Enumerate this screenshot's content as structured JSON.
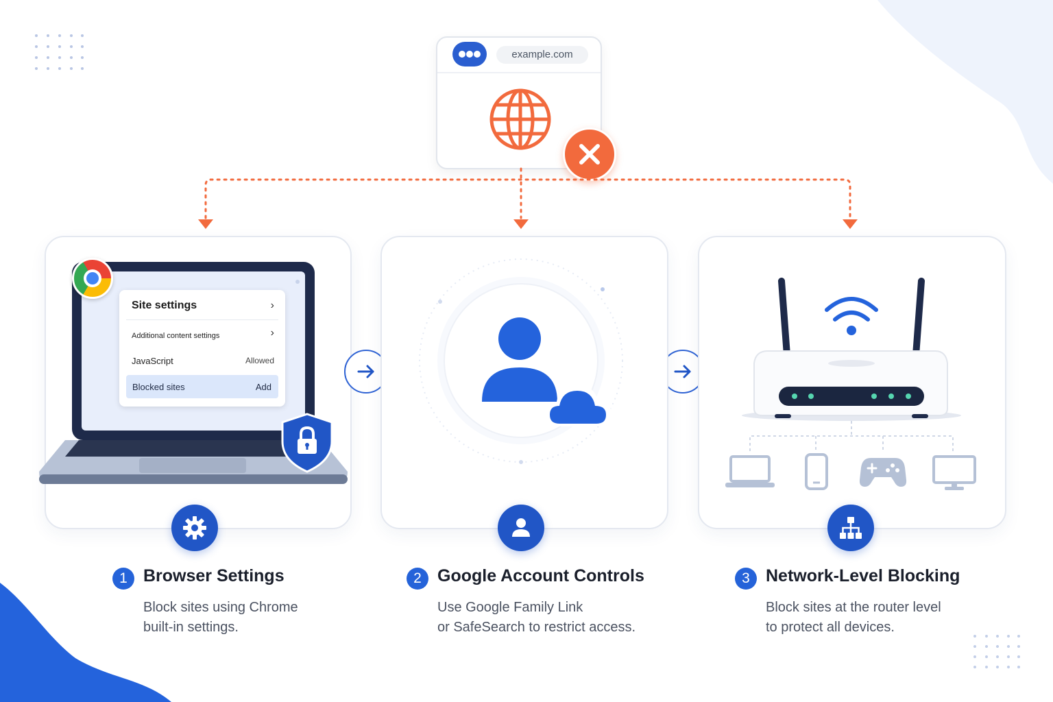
{
  "browser_window": {
    "address": "example.com"
  },
  "laptop_settings": {
    "header": "Site settings",
    "rows": [
      {
        "label": "Additional content settings",
        "value": ""
      },
      {
        "label": "JavaScript",
        "value": "Allowed"
      },
      {
        "label": "Blocked sites",
        "value": "Add"
      }
    ]
  },
  "steps": [
    {
      "number": "1",
      "title": "Browser Settings",
      "description_line1": "Block sites using Chrome",
      "description_line2": "built-in settings.",
      "icon": "gear-icon"
    },
    {
      "number": "2",
      "title": "Google Account Controls",
      "description_line1": "Use Google Family Link",
      "description_line2": "or SafeSearch to restrict access.",
      "icon": "person-icon"
    },
    {
      "number": "3",
      "title": "Network-Level Blocking",
      "description_line1": "Block sites at the router level",
      "description_line2": "to protect all devices.",
      "icon": "network-icon"
    }
  ],
  "colors": {
    "primary_blue": "#2156c6",
    "accent_orange": "#f26a3d",
    "card_border": "#e4e8f0",
    "background_blob": "#eef3fc"
  }
}
